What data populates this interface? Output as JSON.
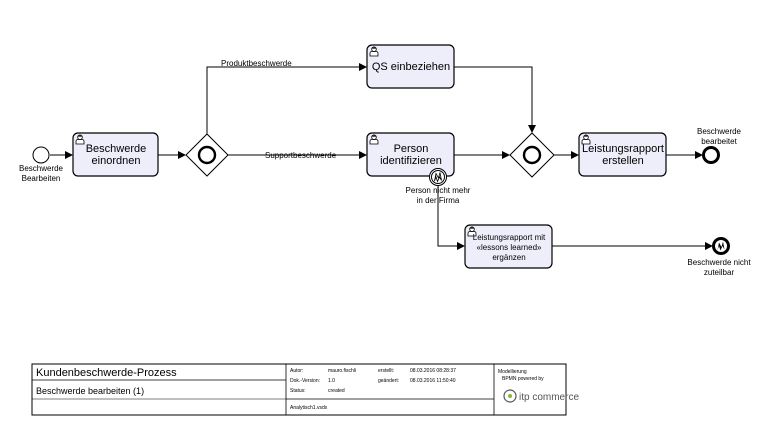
{
  "events": {
    "start": {
      "label_line1": "Beschwerde",
      "label_line2": "Bearbeiten"
    },
    "end_ok": {
      "label_line1": "Beschwerde",
      "label_line2": "bearbeitet"
    },
    "end_error": {
      "label_line1": "Beschwerde nicht",
      "label_line2": "zuteilbar"
    },
    "boundary": {
      "label_line1": "Person nicht mehr",
      "label_line2": "in der Firma"
    }
  },
  "tasks": {
    "einordnen": {
      "line1": "Beschwerde",
      "line2": "einordnen"
    },
    "qs": {
      "line1": "QS einbeziehen"
    },
    "person": {
      "line1": "Person",
      "line2": "identifizieren"
    },
    "rapport": {
      "line1": "Leistungsrapport",
      "line2": "erstellen"
    },
    "lessons": {
      "line1": "Leistungsrapport mit",
      "line2": "«lessons learned»",
      "line3": "ergänzen"
    }
  },
  "flows": {
    "produkt": "Produktbeschwerde",
    "support": "Supportbeschwerde"
  },
  "titleblock": {
    "title": "Kundenbeschwerde-Prozess",
    "subtitle": "Beschwerde bearbeiten (1)",
    "autor_label": "Autor:",
    "autor_value": "mauro.fischli",
    "version_label": "Dok.-Version:",
    "version_value": "1.0",
    "status_label": "Status:",
    "status_value": "created",
    "erstellt_label": "erstellt:",
    "erstellt_value": "08.03.2016 08:28:37",
    "geaendert_label": "geändert:",
    "geaendert_value": "08.03.2016 11:50:40",
    "file": "Analytisch1.vsdx",
    "credit_line1": "Modellierung",
    "credit_line2": "BPMN powered by",
    "logo_text": "itp commerce"
  },
  "colors": {
    "task_fill": "#eeeefb",
    "stroke": "#000000"
  },
  "icons": {
    "task": "user-task-icon",
    "boundary": "error-icon"
  }
}
